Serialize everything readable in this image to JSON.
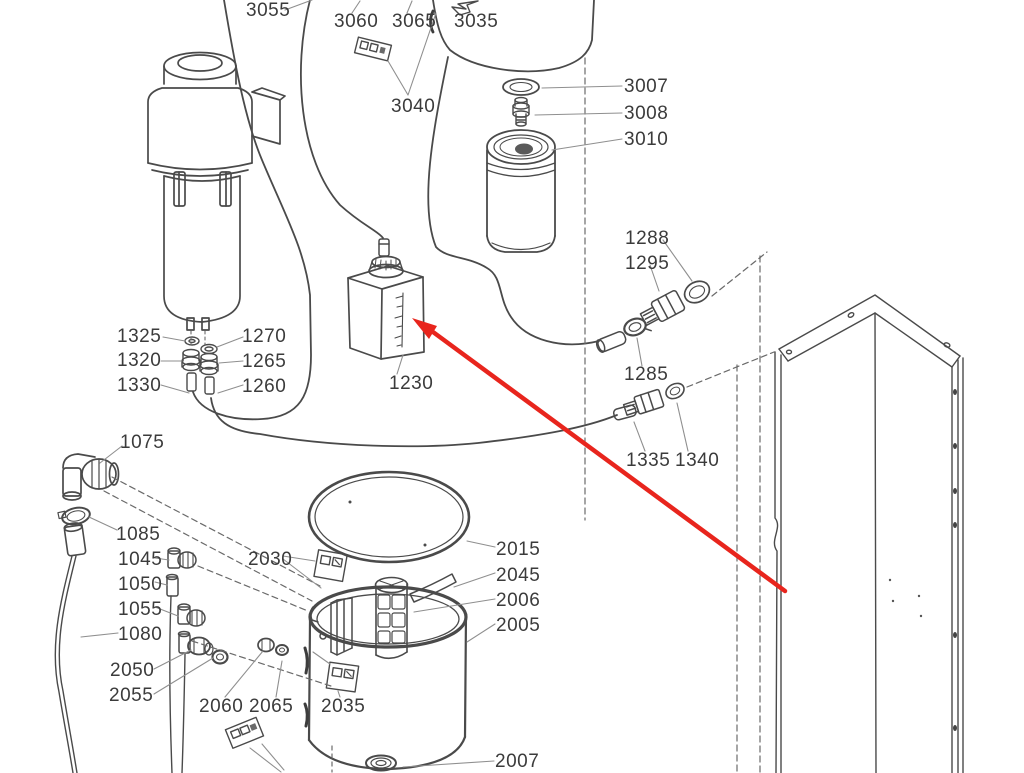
{
  "diagram": {
    "kind": "exploded parts diagram",
    "colors": {
      "line": "#4a4a4a",
      "leader": "#8f8f8f",
      "dashed": "#6a6a6a",
      "label_text": "#3b3b3b",
      "annotation_arrow": "#e8251d"
    },
    "annotation_arrow": {
      "target_part": "1230"
    }
  },
  "part_labels": {
    "p3055": "3055",
    "p3060": "3060",
    "p3065": "3065",
    "p3035": "3035",
    "p3040": "3040",
    "p3007": "3007",
    "p3008": "3008",
    "p3010": "3010",
    "p1288": "1288",
    "p1295": "1295",
    "p1285": "1285",
    "p1335": "1335",
    "p1340": "1340",
    "p1325": "1325",
    "p1270": "1270",
    "p1320": "1320",
    "p1265": "1265",
    "p1330": "1330",
    "p1260": "1260",
    "p1230": "1230",
    "p1075": "1075",
    "p1085": "1085",
    "p1045": "1045",
    "p1050": "1050",
    "p1055": "1055",
    "p1080": "1080",
    "p2050": "2050",
    "p2055": "2055",
    "p2060": "2060",
    "p2065": "2065",
    "p2030": "2030",
    "p2035": "2035",
    "p2015": "2015",
    "p2045": "2045",
    "p2006": "2006",
    "p2005": "2005",
    "p2007": "2007"
  }
}
